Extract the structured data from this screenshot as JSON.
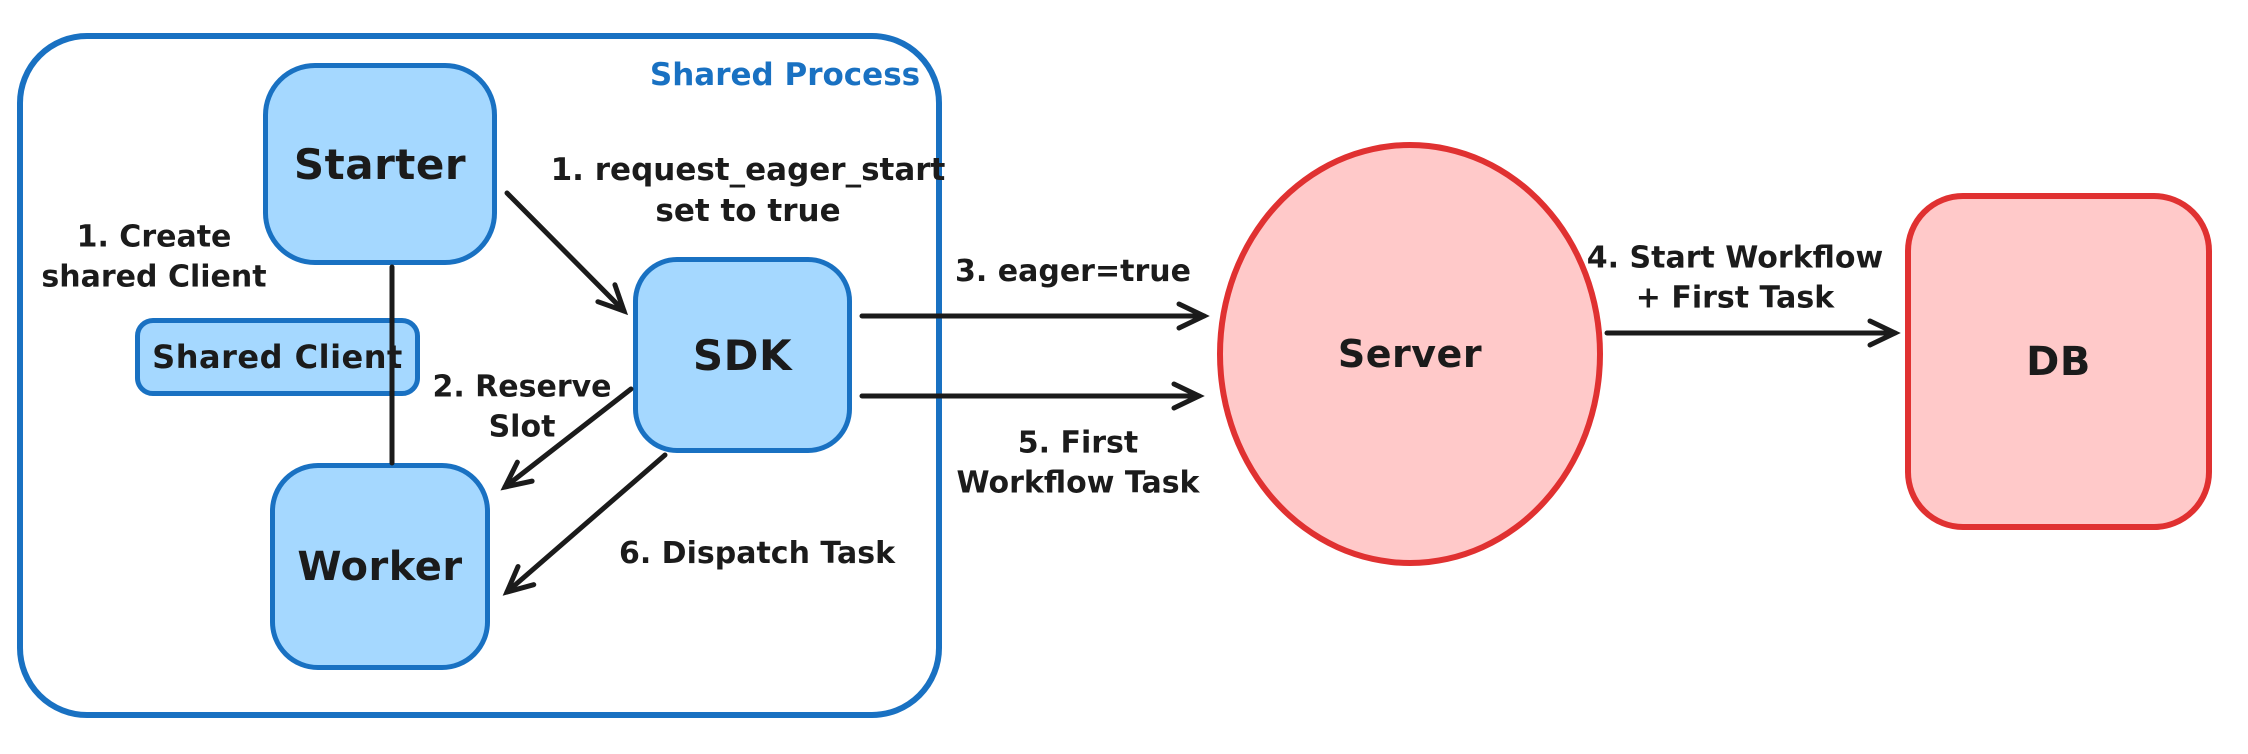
{
  "container": {
    "label": "Shared Process"
  },
  "nodes": {
    "starter": {
      "label": "Starter"
    },
    "shared_client": {
      "label": "Shared Client"
    },
    "worker": {
      "label": "Worker"
    },
    "sdk": {
      "label": "SDK"
    },
    "server": {
      "label": "Server"
    },
    "db": {
      "label": "DB"
    }
  },
  "annotations": {
    "create_shared_client": "1. Create\nshared Client",
    "request_eager_start": "1. request_eager_start\nset to true",
    "reserve_slot": "2. Reserve\nSlot",
    "dispatch_task": "6. Dispatch Task",
    "eager_true": "3. eager=true",
    "first_workflow_task": "5. First\nWorkflow Task",
    "start_workflow_first_task": "4. Start Workflow\n+ First Task"
  },
  "colors": {
    "blue_stroke": "#1971c2",
    "blue_fill": "#a5d8ff",
    "red_stroke": "#e03131",
    "red_fill": "#ffc9c9",
    "arrow": "#1b1b1b",
    "text": "#1b1b1b",
    "background": "#ffffff"
  }
}
